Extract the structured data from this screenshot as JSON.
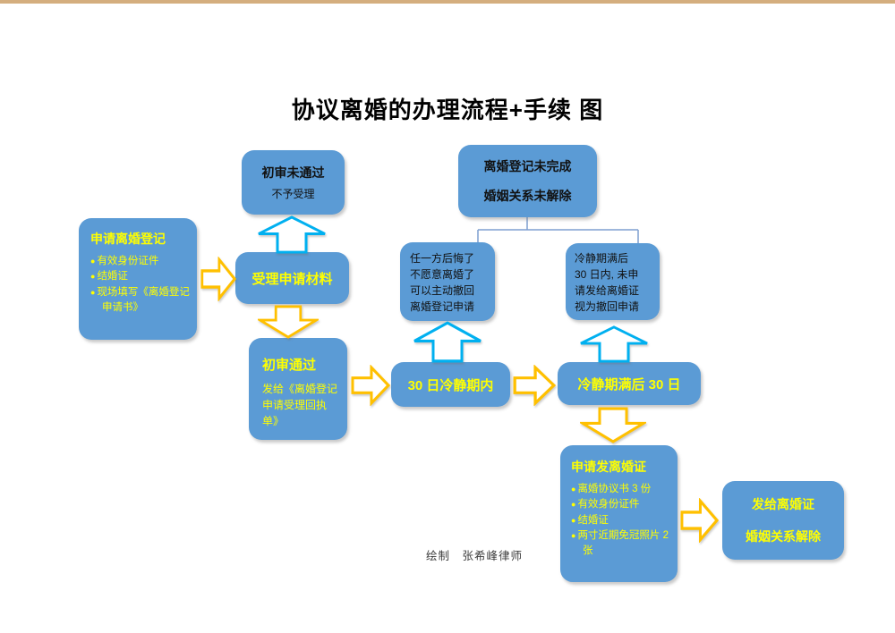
{
  "page": {
    "title": "协议离婚的办理流程+手续 图",
    "caption": "绘制　张希峰律师"
  },
  "colors": {
    "box_fill": "#5B9BD5",
    "highlight_text": "#FFFF00",
    "body_text": "#111111",
    "arrow_gold": "#FFC000",
    "arrow_cyan": "#00B0F0",
    "top_bar": "#D4AE7E",
    "connector_line": "#7F9FD0"
  },
  "boxes": {
    "apply": {
      "title": "申请离婚登记",
      "bullets": [
        "有效身份证件",
        "结婚证",
        "现场填写《离婚登记申请书》"
      ]
    },
    "reject": {
      "title": "初审未通过",
      "subtitle": "不予受理"
    },
    "accept": {
      "title": "受理申请材料"
    },
    "pass": {
      "title": "初审通过",
      "body": "发给《离婚登记申请受理回执单》"
    },
    "incomplete": {
      "line1": "离婚登记未完成",
      "line2": "婚姻关系未解除"
    },
    "regret": {
      "lines": [
        "任一方后悔了",
        "不愿意离婚了",
        "可以主动撤回",
        "离婚登记申请"
      ]
    },
    "no_apply": {
      "lines": [
        "冷静期满后",
        "30 日内, 未申",
        "请发给离婚证",
        "视为撤回申请"
      ]
    },
    "cooling": {
      "title": "30 日冷静期内"
    },
    "after_cooling": {
      "title": "冷静期满后 30 日"
    },
    "apply_cert": {
      "title": "申请发离婚证",
      "bullets": [
        "离婚协议书 3 份",
        "有效身份证件",
        "结婚证",
        "两寸近期免冠照片 2 张"
      ]
    },
    "issue": {
      "line1": "发给离婚证",
      "line2": "婚姻关系解除"
    }
  }
}
